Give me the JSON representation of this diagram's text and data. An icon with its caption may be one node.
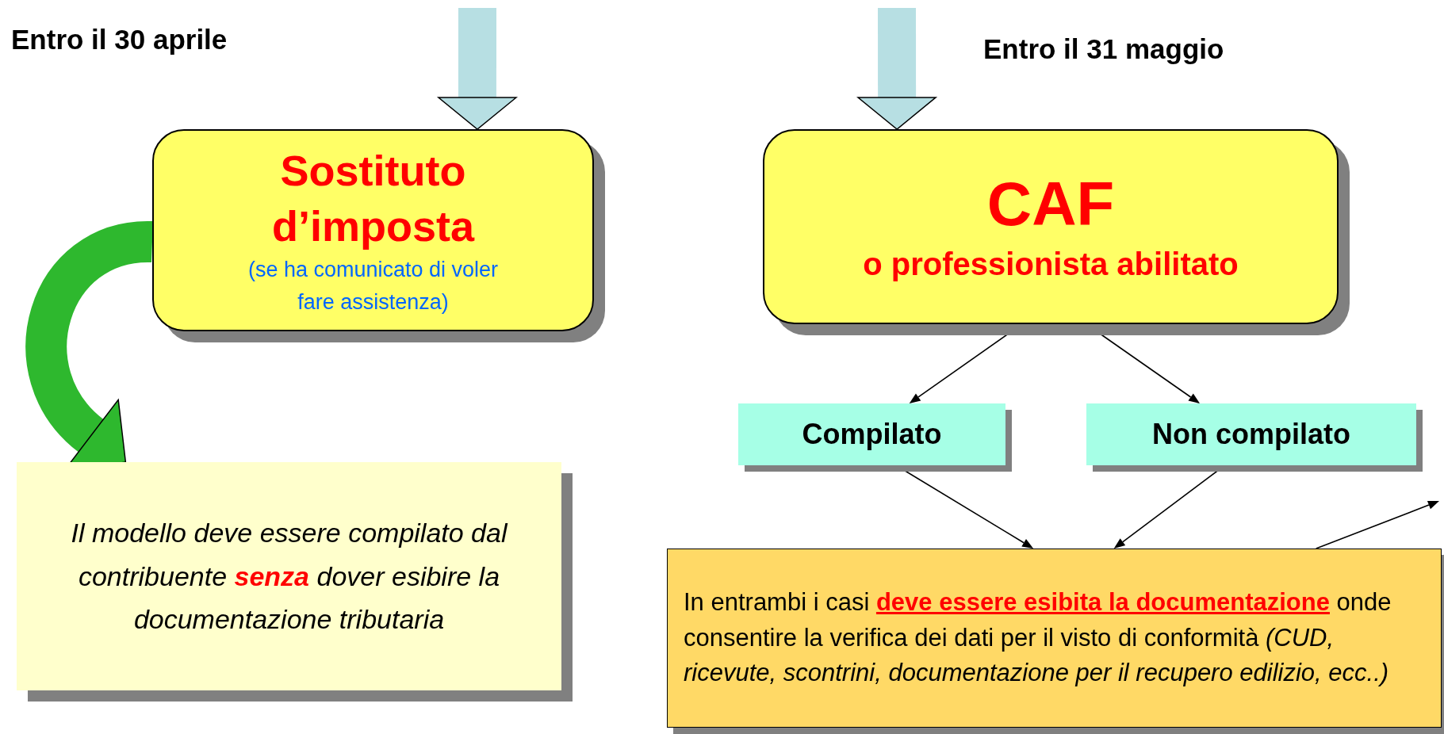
{
  "diagram": {
    "nodes": [
      {
        "text": [
          "Sostituto d’imposta",
          "(se ha comunicato di voler fare assistenza)"
        ]
      },
      {
        "text": [
          "Il modello deve essere compilato dal contribuente **senza** dover esibire la documentazione tributaria"
        ]
      },
      {
        "text": [
          "CAF",
          "o professionista abilitato"
        ]
      },
      {
        "text": [
          "Compilato"
        ]
      },
      {
        "text": [
          "Non compilato"
        ]
      },
      {
        "text": [
          "In entrambi i casi **deve essere esibita la documentazione** onde consentire la verifica dei dati per il visto di conformità *(CUD, ricevute, scontrini, documentazione per il recupero edilizio, ecc..)*"
        ]
      }
    ],
    "edges": [
      {
        "from": null,
        "to": 0,
        "arrow": "to",
        "style": "thick",
        "color": "#b7dfe3"
      },
      {
        "from": null,
        "to": 2,
        "arrow": "to",
        "style": "thick",
        "color": "#b7dfe3"
      },
      {
        "from": 0,
        "to": 1,
        "arrow": "to",
        "style": "thick",
        "color": "#2eb82e"
      },
      {
        "from": 2,
        "to": 3,
        "arrow": "to"
      },
      {
        "from": 2,
        "to": 4,
        "arrow": "to"
      },
      {
        "from": 3,
        "to": 5,
        "arrow": "to"
      },
      {
        "from": 4,
        "to": 5,
        "arrow": "to"
      },
      {
        "from": 5,
        "to": null,
        "arrow": "to"
      }
    ],
    "labels": [
      "Entro il 30 aprile",
      "Entro il 31 maggio"
    ]
  }
}
